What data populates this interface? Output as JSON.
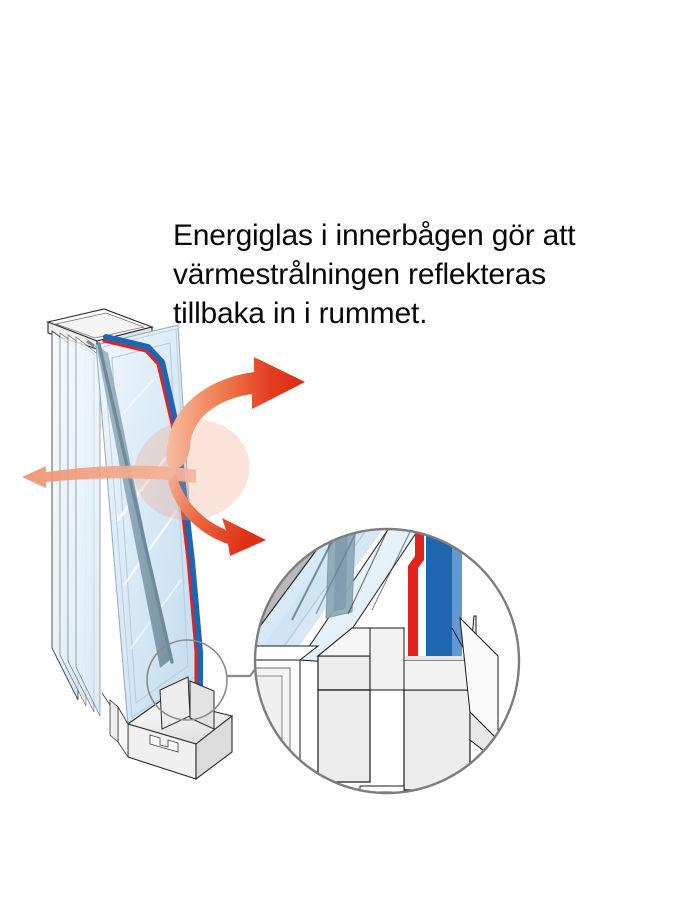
{
  "illustration": {
    "title": "Energiglas fonsterdiagram",
    "caption": "Energiglas i innerbågen gör att\nvärmestrålningen reflekteras\ntillbaka in i rummet.",
    "caption_lines": [
      "Energiglas i innerbågen gör att",
      "värmestrålningen reflekteras",
      "tillbaka in i rummet."
    ],
    "background_color": "#ffffff",
    "text_color": "#0a0a0a"
  },
  "colors": {
    "energy_glass_blue": "#1F66B0",
    "coating_red": "#E32322",
    "glass_tint": "#D7E9F6",
    "glass_tint_light": "#EAF4FB",
    "steel_edge": "#7E9AAC",
    "frame_fill": "#E9E9E9",
    "frame_fill_dark": "#C9C9C9",
    "outline": "#1A1A1A",
    "circle_stroke": "#7D7D7D",
    "arrow_hot": "#E3351B",
    "arrow_warm": "#F4A383",
    "arrow_pale": "#F5A98B"
  },
  "parts": {
    "window_assembly": "isometric triple-glazed window cross-section",
    "energy_pane": "inner sash energy glass pane (blue)",
    "low_e_coating": "low-emissivity coating (red line)",
    "outer_panes": "outer glass panes (light blue)",
    "frame": "white window frame and sill",
    "detail_circle": "magnified cross-section callout",
    "detail_marker": "small circle marker at sill",
    "connector": "callout leader line"
  },
  "arrows": [
    {
      "name": "reflected-heat-arrow-upper",
      "direction": "up-right",
      "meaning": "heat radiation reflected back into the room",
      "color": "#E3351B"
    },
    {
      "name": "reflected-heat-arrow-lower",
      "direction": "down-right",
      "meaning": "heat radiation reflected back into the room",
      "color": "#E3351B"
    },
    {
      "name": "escaping-heat-arrow",
      "direction": "left",
      "meaning": "reduced heat loss through the glass",
      "color": "#F5A98B"
    }
  ]
}
